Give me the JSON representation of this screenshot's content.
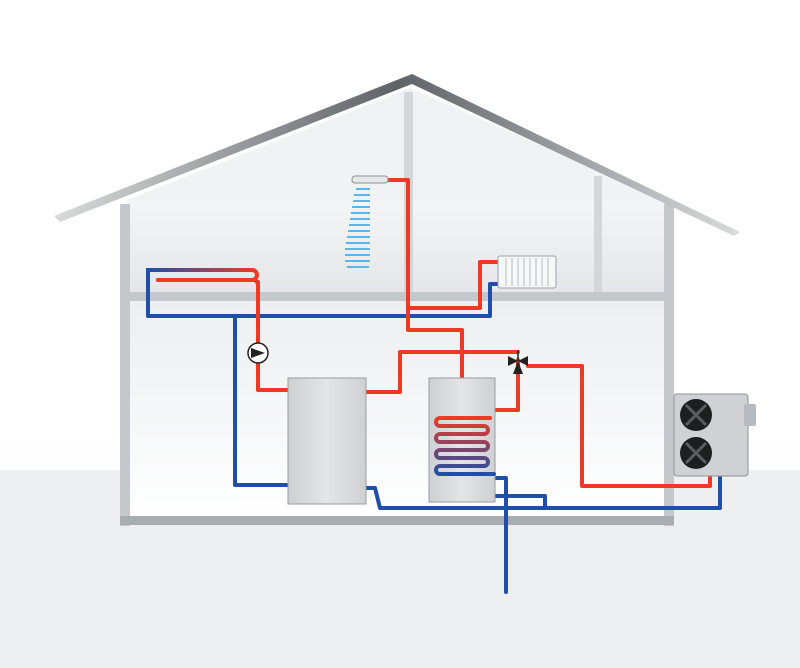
{
  "diagram": {
    "unit_label": "",
    "colors": {
      "hot_pipe": "#ee3a24",
      "cold_pipe": "#1f4fa8",
      "roof": "#6e7176",
      "walls": "#c4c7cc",
      "floor_slab": "#a9acb1",
      "ground": "#eeeff1",
      "tank": "#d7d8da",
      "shower_water": "#58b8ee",
      "outdoor_unit": "#cfd1d4"
    },
    "components": [
      {
        "name": "underfloor-heating-loop",
        "icon": "serpentine-coil"
      },
      {
        "name": "circulation-pump",
        "icon": "pump-symbol"
      },
      {
        "name": "shower-head",
        "icon": "shower-icon"
      },
      {
        "name": "radiator",
        "icon": "radiator-icon"
      },
      {
        "name": "buffer-tank",
        "icon": "tank"
      },
      {
        "name": "hot-water-cylinder",
        "icon": "tank-with-coil"
      },
      {
        "name": "three-way-valve",
        "icon": "valve-symbol"
      },
      {
        "name": "outdoor-heat-pump-unit",
        "icon": "fan-unit"
      },
      {
        "name": "ground-pipe",
        "icon": "pipe"
      }
    ]
  }
}
